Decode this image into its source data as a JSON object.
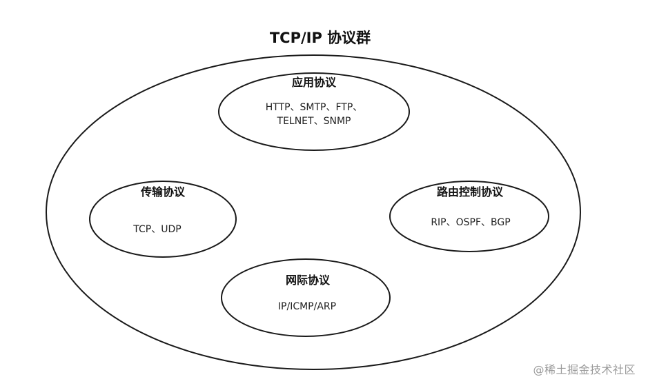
{
  "diagram": {
    "title": "TCP/IP 协议群",
    "nodes": {
      "application": {
        "title": "应用协议",
        "line1": "HTTP、SMTP、FTP、",
        "line2": "TELNET、SNMP"
      },
      "transport": {
        "title": "传输协议",
        "line1": "TCP、UDP"
      },
      "routing": {
        "title": "路由控制协议",
        "line1": "RIP、OSPF、BGP"
      },
      "network": {
        "title": "网际协议",
        "line1": "IP/ICMP/ARP"
      }
    }
  },
  "watermark": "@稀土掘金技术社区",
  "colors": {
    "stroke": "#1a1a1a",
    "background": "#ffffff",
    "watermark": "#9a9a9a"
  }
}
